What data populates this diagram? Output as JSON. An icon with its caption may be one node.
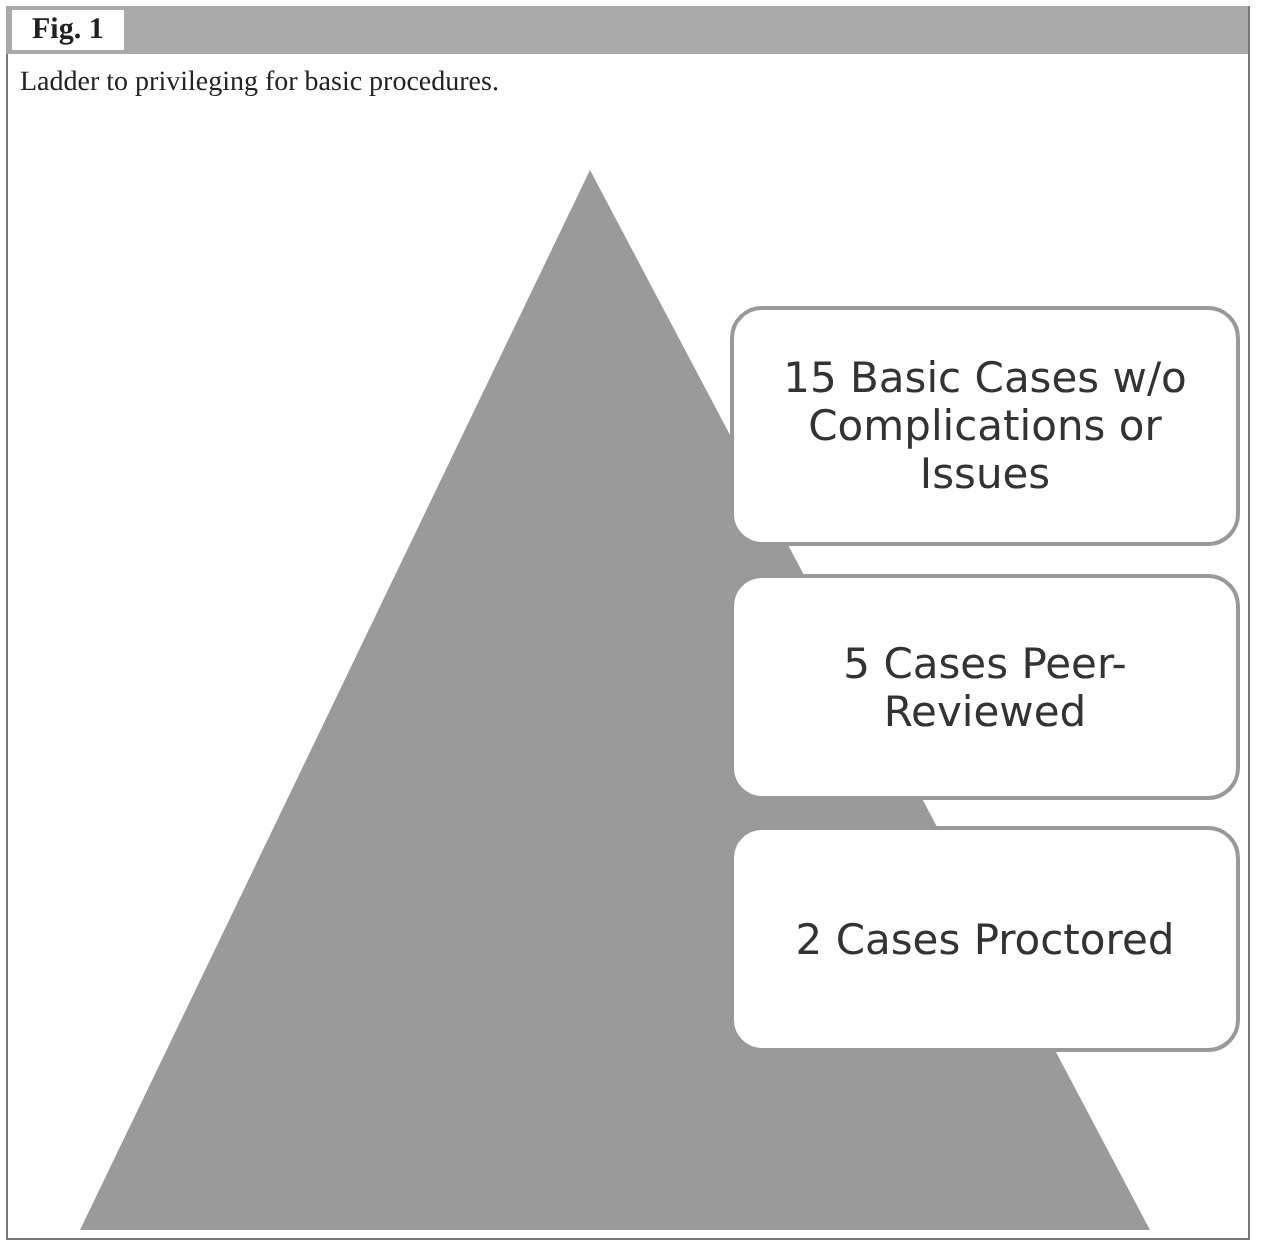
{
  "diagram": {
    "title": "Fig. 1",
    "caption": "Ladder to privileging for basic procedures.",
    "nodes": [
      {
        "text": [
          "15 Basic Cases w/o Complications or Issues"
        ]
      },
      {
        "text": [
          "5 Cases Peer-Reviewed"
        ]
      },
      {
        "text": [
          "2 Cases Proctored"
        ]
      }
    ]
  }
}
